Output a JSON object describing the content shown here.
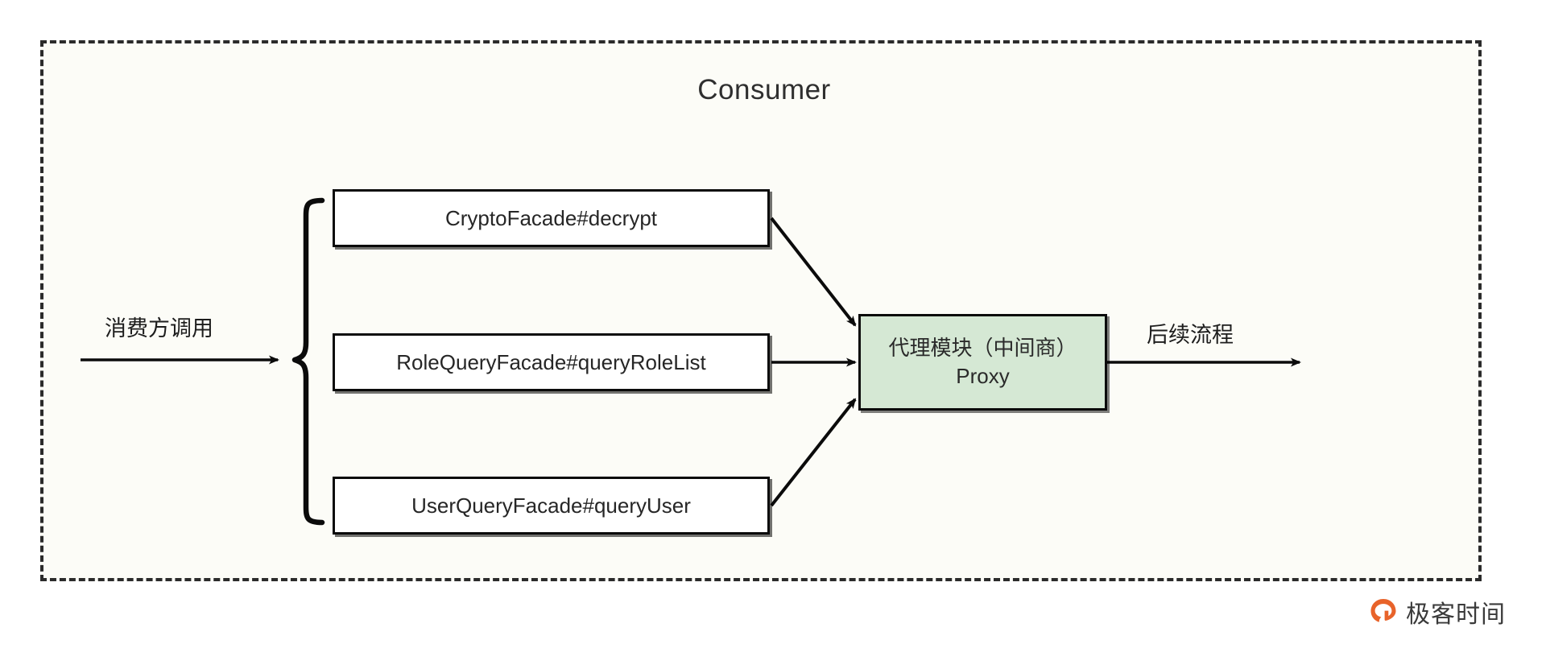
{
  "container": {
    "title": "Consumer",
    "border_style": "dashed",
    "background_color": "#fcfcf7",
    "border_color": "#2b2b2b"
  },
  "facades": [
    {
      "label": "CryptoFacade#decrypt"
    },
    {
      "label": "RoleQueryFacade#queryRoleList"
    },
    {
      "label": "UserQueryFacade#queryUser"
    }
  ],
  "proxy": {
    "line1": "代理模块（中间商）",
    "line2": "Proxy",
    "fill_color": "#d5e8d4",
    "stroke_color": "#0b0b0b"
  },
  "labels": {
    "consumer_call": "消费方调用",
    "next_flow": "后续流程"
  },
  "grouping": {
    "brace": "{",
    "description": "left curly brace grouping the three facade boxes"
  },
  "watermark": {
    "text": "极客时间",
    "mark_color": "#e8632a"
  }
}
